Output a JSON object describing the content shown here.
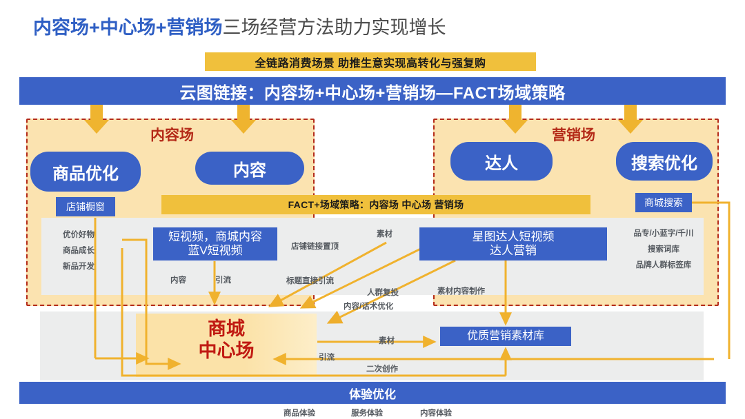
{
  "title": {
    "highlight": "内容场+中心场+营销场",
    "rest": "三场经营方法助力实现增长"
  },
  "sub_banner": {
    "text": "全链路消费场景 助推生意实现高转化与强复购"
  },
  "blue_banner": {
    "text": "云图链接：内容场+中心场+营销场—FACT场域策略"
  },
  "zones": {
    "left_title": "内容场",
    "right_title": "营销场"
  },
  "pills": {
    "goods": "商品优化",
    "content": "内容",
    "daren": "达人",
    "search": "搜索优化"
  },
  "tags": {
    "shop_window": "店铺橱窗",
    "mall_search": "商城搜索"
  },
  "fact_bar": {
    "text": "FACT+场域策略：内容场 中心场 营销场"
  },
  "boxes": {
    "short_video_l1": "短视频，商城内容",
    "short_video_l2": "蓝V短视频",
    "xingtu_l1": "星图达人短视频",
    "xingtu_l2": "达人营销",
    "material_library": "优质营销素材库"
  },
  "mini_left": [
    "优价好物",
    "商品成长",
    "新品开发"
  ],
  "mini_right": [
    "品专/小蓝字/千川",
    "搜索词库",
    "品牌人群标签库"
  ],
  "flow_labels": {
    "neirong": "内容",
    "yinliu": "引流",
    "shop_link_top": "店铺链接置顶",
    "sucai_1": "素材",
    "title_direct": "标题直接引流",
    "renqun_fuTou": "人群复投",
    "sucai_zhizuo": "素材内容制作",
    "huashu": "内容/话术优化",
    "sucai_2": "素材",
    "yinliu_2": "引流",
    "erci": "二次创作"
  },
  "mall_center": {
    "line1": "商城",
    "line2": "中心场"
  },
  "bottom_banner": {
    "text": "体验优化"
  },
  "bottom_labels": [
    "商品体验",
    "服务体验",
    "内容体验"
  ],
  "colors": {
    "brand_blue": "#3b62c6",
    "accent_yellow": "#f0c03c",
    "arrow_yellow": "#f0b22e",
    "zone_fill": "#fbe3b0",
    "zone_border": "#b42a18",
    "red_text": "#c01a12",
    "gray_panel": "#eceded",
    "mini_text": "#555a60"
  }
}
